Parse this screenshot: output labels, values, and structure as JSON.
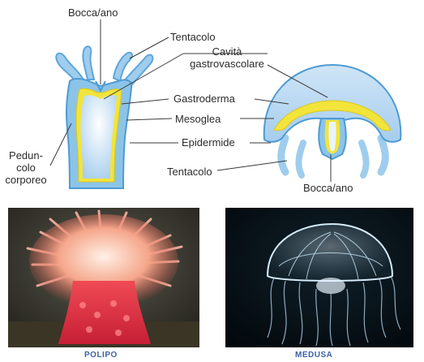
{
  "labels": {
    "polyp_mouth": "Bocca/ano",
    "polyp_tentacle": "Tentacolo",
    "cavity_line1": "Cavità",
    "cavity_line2": "gastrovascolare",
    "gastroderm": "Gastroderma",
    "mesoglea": "Mesoglea",
    "epidermis": "Epidermide",
    "peduncle_line1": "Pedun-",
    "peduncle_line2": "colo",
    "peduncle_line3": "corporeo",
    "medusa_tentacle": "Tentacolo",
    "medusa_mouth": "Bocca/ano"
  },
  "captions": {
    "polyp": "POLIPO",
    "medusa": "MEDUSA"
  },
  "colors": {
    "epidermis_blue": "#8cc4e8",
    "gastroderm_yellow": "#f2e43a",
    "cavity_light": "#dcecf8",
    "caption_blue": "#3c63a6",
    "leader_line": "#3a3a3a"
  }
}
